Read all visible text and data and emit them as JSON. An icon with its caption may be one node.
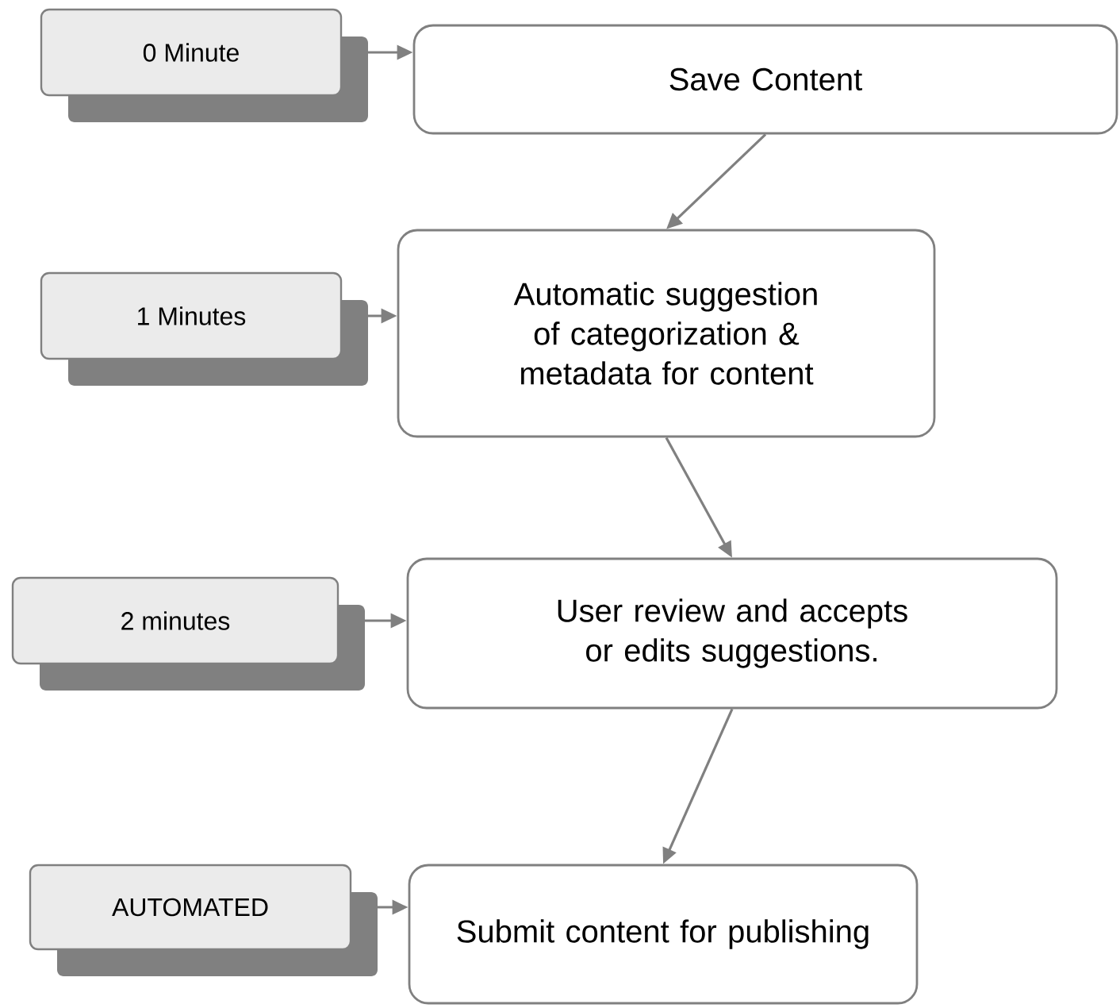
{
  "diagram": {
    "nodes": [
      {
        "text": [
          "0 Minute"
        ]
      },
      {
        "text": [
          "Save Content"
        ]
      },
      {
        "text": [
          "1 Minutes"
        ]
      },
      {
        "text": [
          "Automatic suggestion of categorization & metadata for content"
        ]
      },
      {
        "text": [
          "2 minutes"
        ]
      },
      {
        "text": [
          "User review and accepts or edits suggestions."
        ]
      },
      {
        "text": [
          "AUTOMATED"
        ]
      },
      {
        "text": [
          "Submit content for publishing"
        ]
      }
    ],
    "edges": [
      {
        "from": 0,
        "to": 1,
        "arrow": "to"
      },
      {
        "from": 1,
        "to": 3,
        "arrow": "to"
      },
      {
        "from": 2,
        "to": 3,
        "arrow": "to"
      },
      {
        "from": 3,
        "to": 5,
        "arrow": "to"
      },
      {
        "from": 4,
        "to": 5,
        "arrow": "to"
      },
      {
        "from": 5,
        "to": 7,
        "arrow": "to"
      },
      {
        "from": 6,
        "to": 7,
        "arrow": "to"
      }
    ]
  }
}
